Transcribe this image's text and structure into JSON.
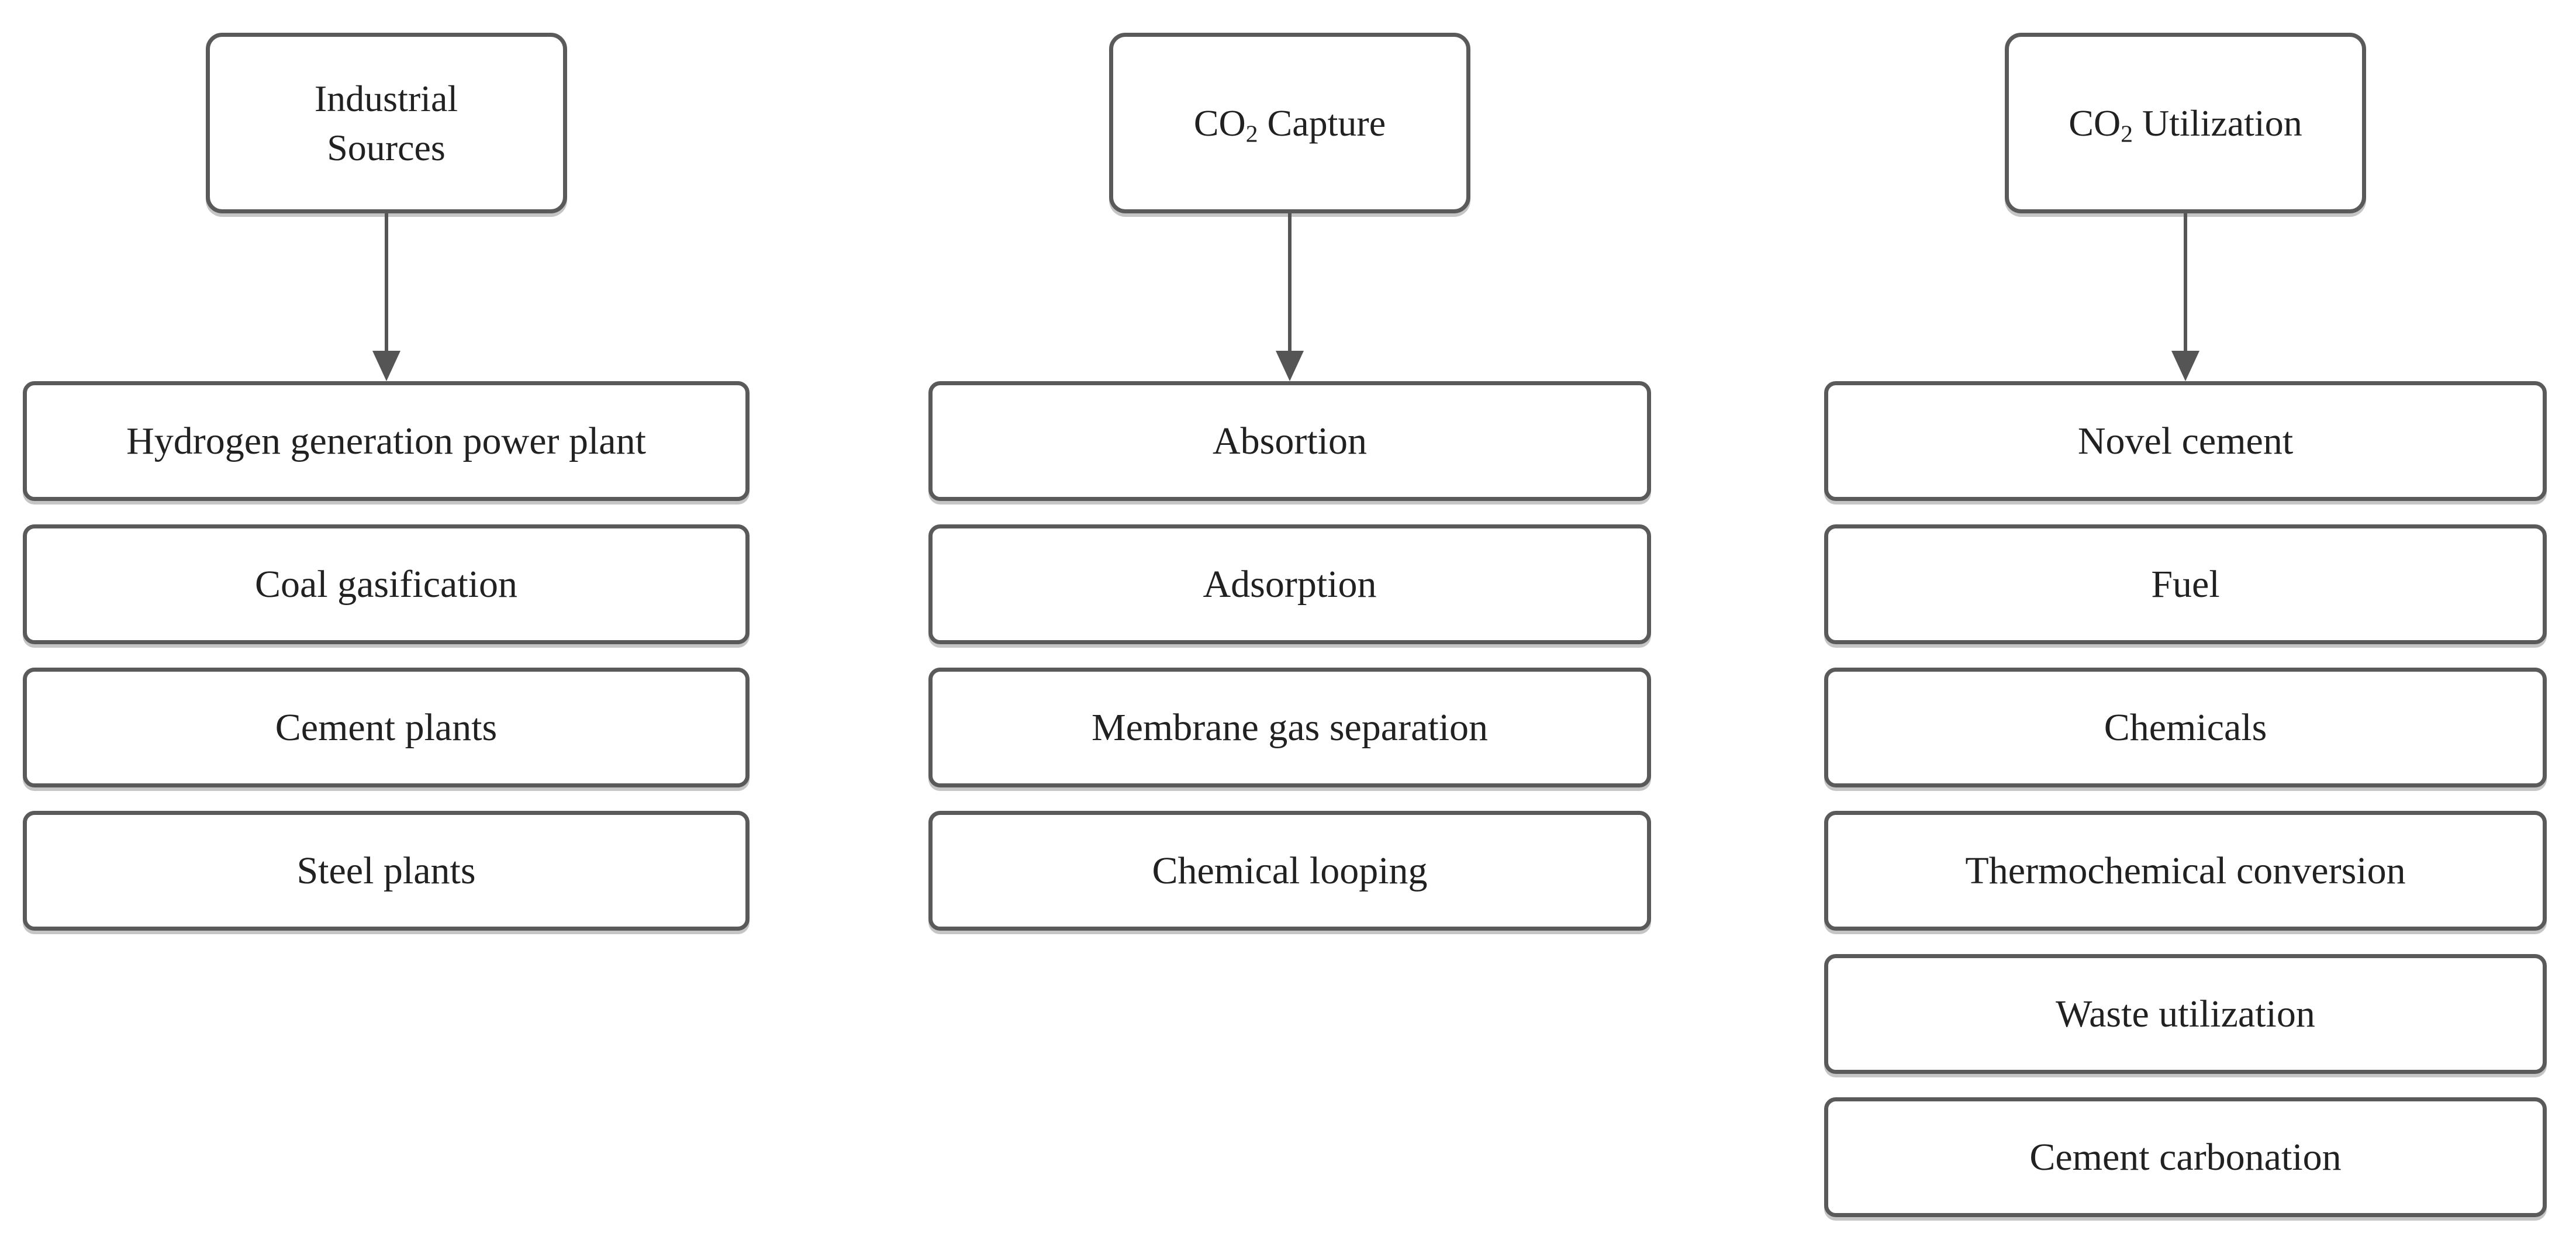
{
  "diagram_title": "CO2 capture and utilization flow diagram",
  "colors": {
    "box_border": "#5a5a5a",
    "arrow": "#555555",
    "text": "#212121",
    "background": "#ffffff"
  },
  "columns": [
    {
      "id": "industrial-sources",
      "header": {
        "line1": "Industrial",
        "line2": "Sources"
      },
      "items": [
        "Hydrogen generation power plant",
        "Coal gasification",
        "Cement plants",
        "Steel plants"
      ]
    },
    {
      "id": "co2-capture",
      "header": {
        "prefix": "CO",
        "sub": "2",
        "rest": " Capture"
      },
      "items": [
        "Absortion",
        "Adsorption",
        "Membrane gas separation",
        "Chemical looping"
      ]
    },
    {
      "id": "co2-utilization",
      "header": {
        "prefix": "CO",
        "sub": "2",
        "rest": " Utilization"
      },
      "items": [
        "Novel cement",
        "Fuel",
        "Chemicals",
        "Thermochemical conversion",
        "Waste utilization",
        "Cement carbonation"
      ]
    }
  ]
}
